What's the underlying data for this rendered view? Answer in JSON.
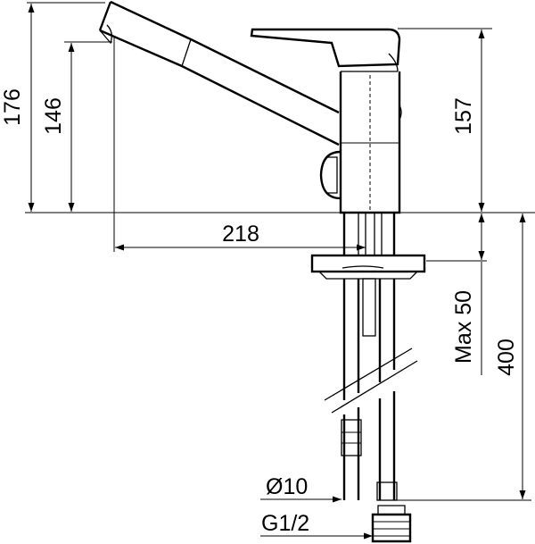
{
  "dimensions": {
    "height_176": "176",
    "height_146": "146",
    "height_157": "157",
    "reach_218": "218",
    "max_50": "Max 50",
    "hose_400": "400",
    "diameter": "Ø10",
    "thread": "G1/2"
  }
}
